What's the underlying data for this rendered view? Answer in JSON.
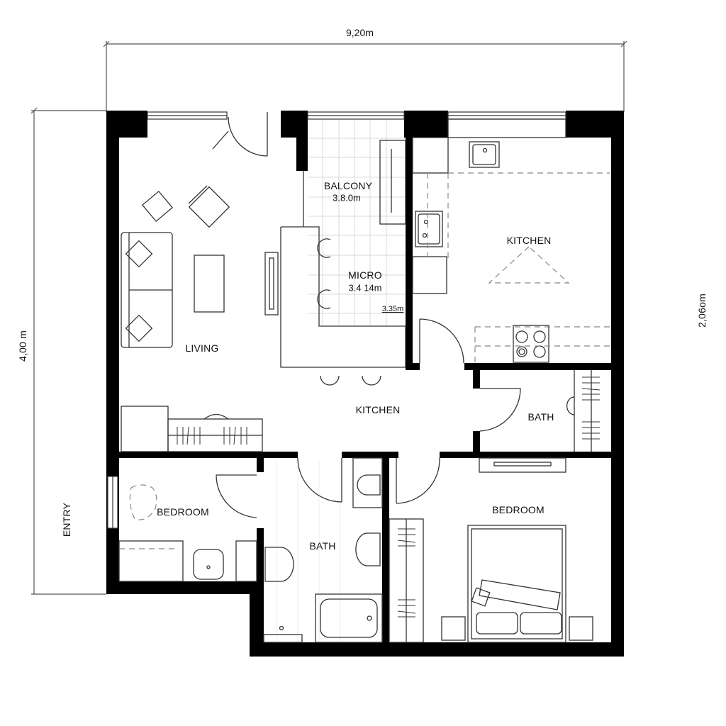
{
  "plan": {
    "dimensions": {
      "width_top": "9,20m",
      "height_left": "4,00 m",
      "height_right": "2,06om",
      "entry_side": "ENTRY"
    },
    "rooms": {
      "living": {
        "label": "LIVING"
      },
      "balcony": {
        "label": "BALCONY",
        "area": "3.8.0m"
      },
      "micro": {
        "label": "MICRO",
        "area": "3.4 14m",
        "note": "3.35m"
      },
      "kitchen_main": {
        "label": "KITCHEN"
      },
      "kitchen_hall": {
        "label": "KITCHEN"
      },
      "bath_right": {
        "label": "BATH"
      },
      "bedroom_left": {
        "label": "BEDROOM"
      },
      "bath_center": {
        "label": "BATH"
      },
      "bedroom_right": {
        "label": "BEDROOM"
      }
    },
    "colors": {
      "wall": "#000000",
      "line": "#333333",
      "dash": "#888888",
      "tile": "#d9d9d9",
      "background": "#ffffff"
    }
  }
}
